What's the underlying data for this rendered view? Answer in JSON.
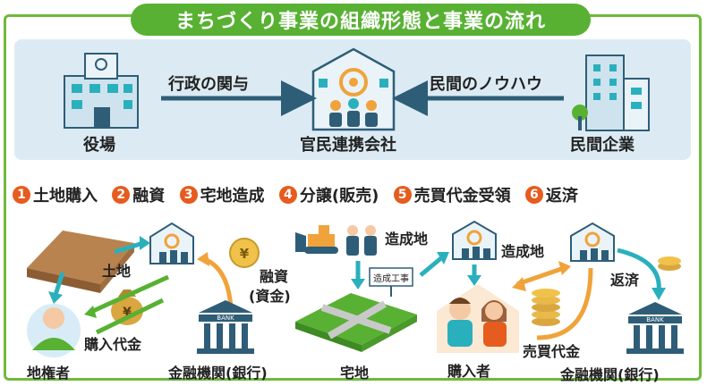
{
  "title": "まちづくり事業の組織形態と事業の流れ",
  "top": {
    "left_label": "役場",
    "center_label": "官民連携会社",
    "right_label": "民間企業",
    "arrow_left_label": "行政の関与",
    "arrow_right_label": "民間のノウハウ"
  },
  "steps": [
    {
      "num": "1",
      "label": "土地購入"
    },
    {
      "num": "2",
      "label": "融資"
    },
    {
      "num": "3",
      "label": "宅地造成"
    },
    {
      "num": "4",
      "label": "分譲(販売)"
    },
    {
      "num": "5",
      "label": "売買代金受領"
    },
    {
      "num": "6",
      "label": "返済"
    }
  ],
  "flow": {
    "land": "土地",
    "loan": "融資",
    "loan_funds": "(資金)",
    "purchase_payment": "購入代金",
    "landowner": "地権者",
    "bank1": "金融機関(銀行)",
    "developed_land1": "造成地",
    "construction_sign": "造成工事",
    "residential_land": "宅地",
    "developed_land2": "造成地",
    "buyer": "購入者",
    "sale_payment": "売買代金",
    "repayment": "返済",
    "bank2": "金融機関(銀行)",
    "yen_symbol": "¥",
    "bank_sign": "BANK"
  },
  "colors": {
    "green": "#58b133",
    "orange": "#f0a33a",
    "teal": "#2ab0bd",
    "navy": "#2e5d78",
    "step_num": "#e65b1e"
  }
}
